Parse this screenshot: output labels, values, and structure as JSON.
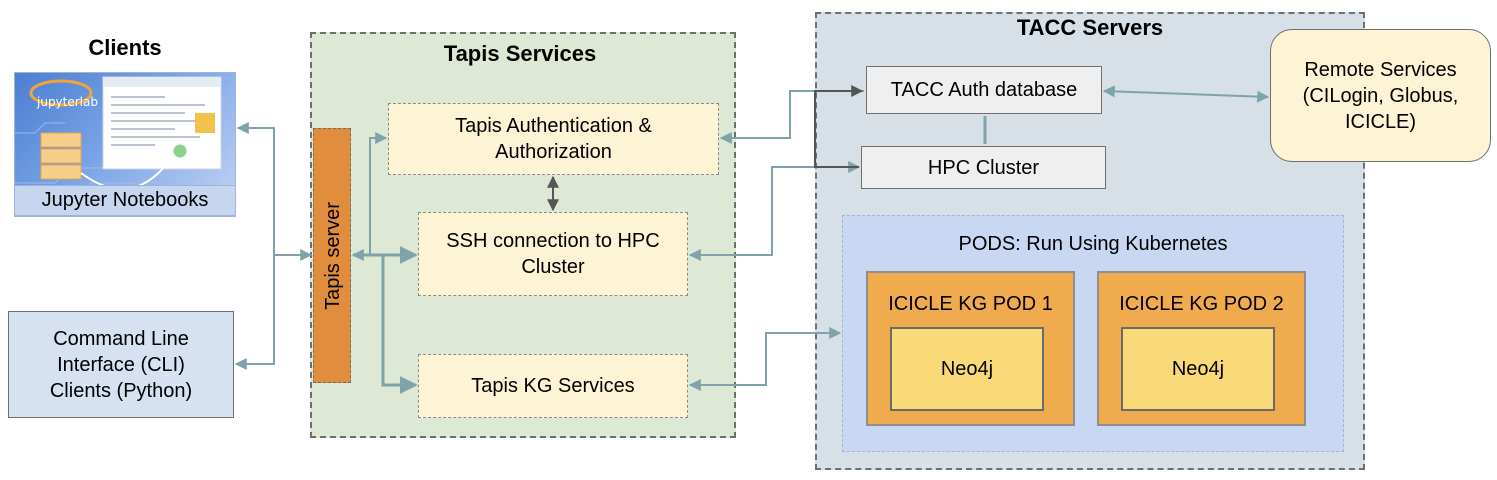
{
  "clients": {
    "title": "Clients",
    "jupyter_logo_text": "jupyterlab",
    "jupyter_label": "Jupyter Notebooks",
    "cli_label": "Command Line Interface (CLI) Clients (Python)"
  },
  "tapis": {
    "title": "Tapis Services",
    "server_label": "Tapis server",
    "auth_label": "Tapis Authentication & Authorization",
    "ssh_label": "SSH connection to HPC Cluster",
    "kg_label": "Tapis KG Services"
  },
  "tacc": {
    "title": "TACC Servers",
    "auth_db": "TACC Auth database",
    "hpc": "HPC Cluster",
    "pods_title": "PODS: Run Using Kubernetes",
    "pod1": "ICICLE KG POD 1",
    "pod2": "ICICLE KG POD 2",
    "neo1": "Neo4j",
    "neo2": "Neo4j"
  },
  "remote": {
    "label": "Remote Services (CILogin, Globus, ICICLE)"
  },
  "colors": {
    "tapis_bg": "#dde8d5",
    "tacc_bg": "#d6e0e6",
    "pods_bg": "#c8d8f2",
    "server_bar": "#e08e3e",
    "arrow": "#7fa3aa"
  }
}
